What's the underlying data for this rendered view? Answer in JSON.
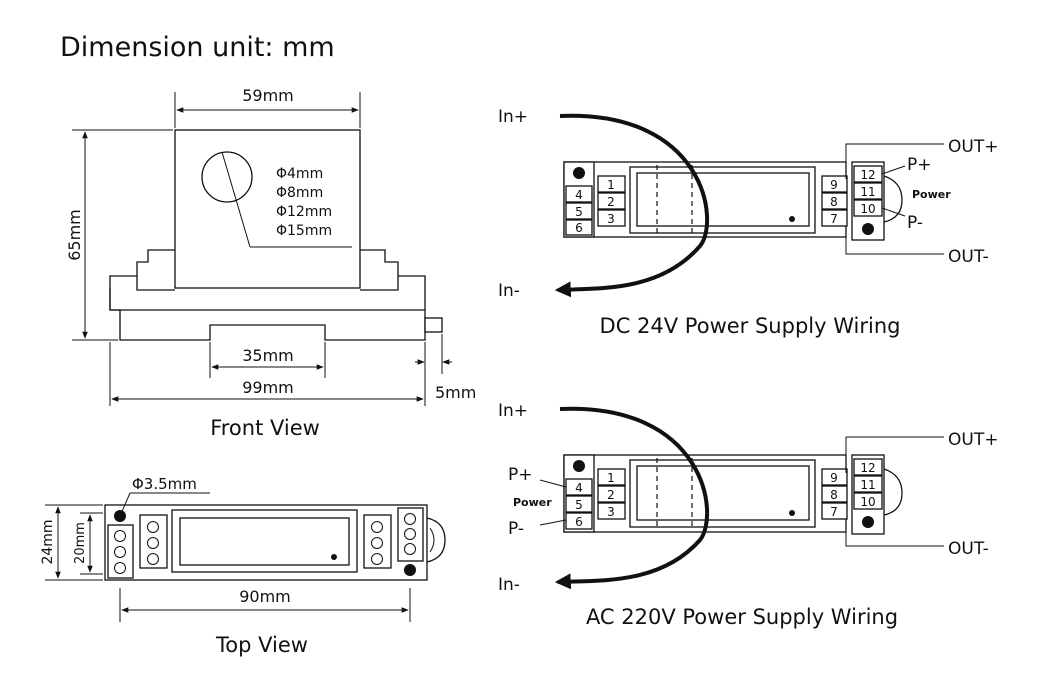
{
  "title": "Dimension unit: mm",
  "front_view": {
    "caption": "Front View",
    "dims": {
      "width_top": "59mm",
      "height": "65mm",
      "base": "35mm",
      "total": "99mm",
      "tab": "5mm"
    },
    "hole_sizes": [
      "Φ4mm",
      "Φ8mm",
      "Φ12mm",
      "Φ15mm"
    ]
  },
  "top_view": {
    "caption": "Top View",
    "dims": {
      "hole": "Φ3.5mm",
      "outer_height": "24mm",
      "inner_height": "20mm",
      "length": "90mm"
    }
  },
  "dc_wiring": {
    "caption": "DC 24V Power Supply Wiring",
    "in_plus": "In+",
    "in_minus": "In-",
    "out_plus": "OUT+",
    "out_minus": "OUT-",
    "p_plus": "P+",
    "p_minus": "P-",
    "power": "Power",
    "left_terminals": [
      "4",
      "5",
      "6"
    ],
    "inner_left": [
      "1",
      "2",
      "3"
    ],
    "inner_right": [
      "9",
      "8",
      "7"
    ],
    "right_terminals": [
      "12",
      "11",
      "10"
    ]
  },
  "ac_wiring": {
    "caption": "AC 220V Power Supply Wiring",
    "in_plus": "In+",
    "in_minus": "In-",
    "out_plus": "OUT+",
    "out_minus": "OUT-",
    "p_plus": "P+",
    "p_minus": "P-",
    "power": "Power",
    "left_terminals": [
      "4",
      "5",
      "6"
    ],
    "inner_left": [
      "1",
      "2",
      "3"
    ],
    "inner_right": [
      "9",
      "8",
      "7"
    ],
    "right_terminals": [
      "12",
      "11",
      "10"
    ]
  }
}
